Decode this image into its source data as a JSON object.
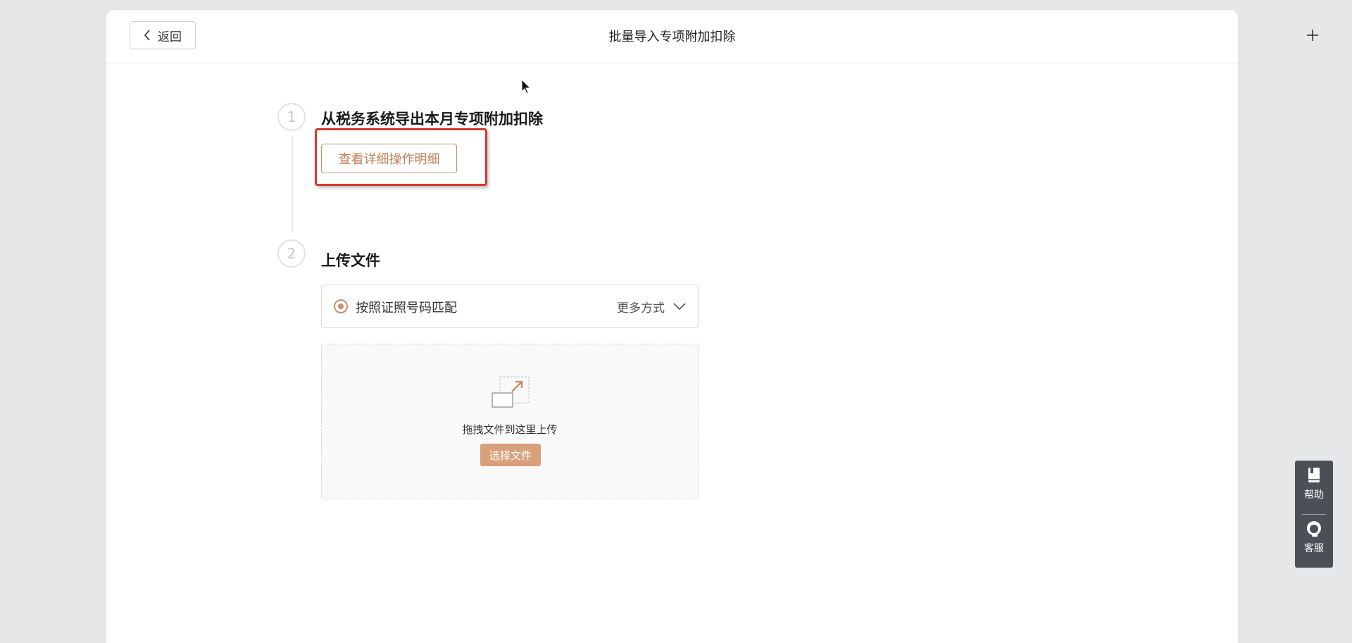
{
  "header": {
    "back_label": "返回",
    "title": "批量导入专项附加扣除"
  },
  "steps": [
    {
      "number": "1",
      "title": "从税务系统导出本月专项附加扣除",
      "button_label": "查看详细操作明细"
    },
    {
      "number": "2",
      "title": "上传文件"
    }
  ],
  "match": {
    "selected_option": "按照证照号码匹配",
    "more_label": "更多方式"
  },
  "upload": {
    "hint": "拖拽文件到这里上传",
    "choose_label": "选择文件"
  },
  "side_float": {
    "help_label": "帮助",
    "service_label": "客服"
  },
  "colors": {
    "accent": "#c98e6a",
    "choose_button": "#d9a07b",
    "highlight": "#d93a2e",
    "side_float_bg": "#4c4f55"
  },
  "icons": [
    "chevron-left-icon",
    "plus-icon",
    "chevron-down-icon",
    "upload-icon",
    "book-icon",
    "headset-icon"
  ]
}
